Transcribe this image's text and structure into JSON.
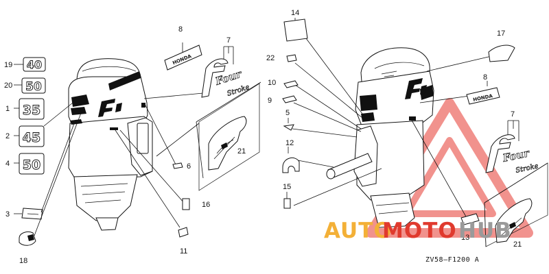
{
  "diagram_code": "ZV58–F1200 A",
  "watermark": {
    "part1": "AUTO",
    "part2": "MOTO",
    "part3": "HUB",
    "color_orange": "#f3b037",
    "color_red": "#e03a2e",
    "color_grey": "#9a9a9a"
  },
  "left_callouts": {
    "c19": "19",
    "c20": "20",
    "c1": "1",
    "c2": "2",
    "c4": "4",
    "c3": "3",
    "c18": "18",
    "c8": "8",
    "c7": "7",
    "c6": "6",
    "c21": "21",
    "c16": "16",
    "c11": "11"
  },
  "right_callouts": {
    "c14": "14",
    "c22": "22",
    "c10": "10",
    "c9": "9",
    "c5": "5",
    "c12": "12",
    "c15": "15",
    "c17": "17",
    "c8": "8",
    "c7": "7",
    "c13": "13",
    "c21": "21"
  },
  "emblems": {
    "e19": "40",
    "e20": "50",
    "e1": "35",
    "e2": "45",
    "e4": "50"
  },
  "labels": {
    "brand": "HONDA",
    "script_f": "F",
    "script_four": "Four",
    "script_stroke": "Stroke"
  }
}
